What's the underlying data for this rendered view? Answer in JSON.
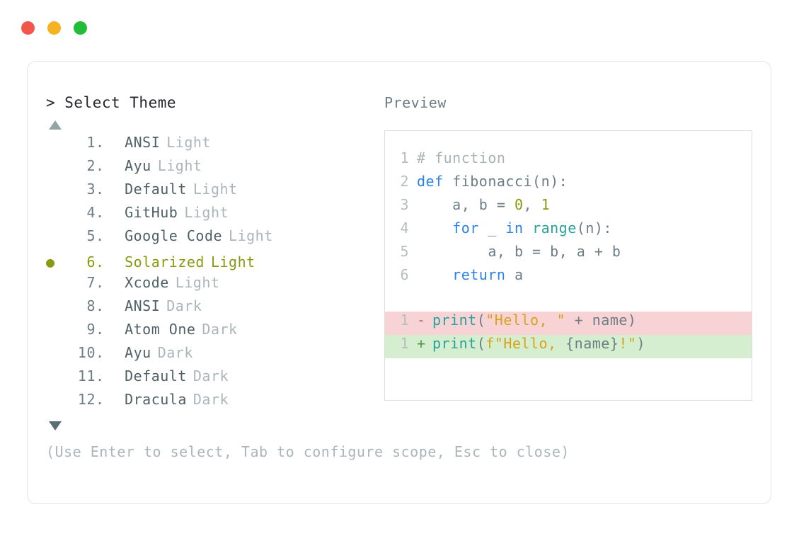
{
  "window": {
    "traffic_lights": [
      {
        "name": "close",
        "color": "#f2564b"
      },
      {
        "name": "minimize",
        "color": "#f5b324"
      },
      {
        "name": "maximize",
        "color": "#1fbd39"
      }
    ]
  },
  "picker": {
    "prompt": "> Select Theme",
    "scroll_up_icon": "triangle-up",
    "scroll_down_icon": "triangle-down",
    "selected_index": 6,
    "selected_bullet": "●",
    "index_separator": ".",
    "items": [
      {
        "index": "1",
        "name": "ANSI",
        "variant": "Light",
        "selected": false
      },
      {
        "index": "2",
        "name": "Ayu",
        "variant": "Light",
        "selected": false
      },
      {
        "index": "3",
        "name": "Default",
        "variant": "Light",
        "selected": false
      },
      {
        "index": "4",
        "name": "GitHub",
        "variant": "Light",
        "selected": false
      },
      {
        "index": "5",
        "name": "Google Code",
        "variant": "Light",
        "selected": false
      },
      {
        "index": "6",
        "name": "Solarized",
        "variant": "Light",
        "selected": true
      },
      {
        "index": "7",
        "name": "Xcode",
        "variant": "Light",
        "selected": false
      },
      {
        "index": "8",
        "name": "ANSI",
        "variant": "Dark",
        "selected": false
      },
      {
        "index": "9",
        "name": "Atom One",
        "variant": "Dark",
        "selected": false
      },
      {
        "index": "10",
        "name": "Ayu",
        "variant": "Dark",
        "selected": false
      },
      {
        "index": "11",
        "name": "Default",
        "variant": "Dark",
        "selected": false
      },
      {
        "index": "12",
        "name": "Dracula",
        "variant": "Dark",
        "selected": false
      }
    ]
  },
  "preview": {
    "label": "Preview",
    "code_lines": [
      {
        "lno": "1",
        "tokens": [
          {
            "t": "# function",
            "c": "comment"
          }
        ]
      },
      {
        "lno": "2",
        "tokens": [
          {
            "t": "def",
            "c": "kw"
          },
          {
            "t": " fibonacci(n):",
            "c": "plain"
          }
        ]
      },
      {
        "lno": "3",
        "tokens": [
          {
            "t": "    a, b = ",
            "c": "plain"
          },
          {
            "t": "0",
            "c": "num"
          },
          {
            "t": ", ",
            "c": "plain"
          },
          {
            "t": "1",
            "c": "num"
          }
        ]
      },
      {
        "lno": "4",
        "tokens": [
          {
            "t": "    ",
            "c": "plain"
          },
          {
            "t": "for",
            "c": "kw"
          },
          {
            "t": " _ ",
            "c": "plain"
          },
          {
            "t": "in",
            "c": "kw"
          },
          {
            "t": " ",
            "c": "plain"
          },
          {
            "t": "range",
            "c": "fn"
          },
          {
            "t": "(n):",
            "c": "plain"
          }
        ]
      },
      {
        "lno": "5",
        "tokens": [
          {
            "t": "        a, b = b, a + b",
            "c": "plain"
          }
        ]
      },
      {
        "lno": "6",
        "tokens": [
          {
            "t": "    ",
            "c": "plain"
          },
          {
            "t": "return",
            "c": "kw"
          },
          {
            "t": " a",
            "c": "plain"
          }
        ]
      }
    ],
    "diff_lines": [
      {
        "lno": "1",
        "sign": "-",
        "kind": "del",
        "tokens": [
          {
            "t": "print",
            "c": "fn"
          },
          {
            "t": "(",
            "c": "plain"
          },
          {
            "t": "\"Hello, \"",
            "c": "str"
          },
          {
            "t": " + name)",
            "c": "plain"
          }
        ]
      },
      {
        "lno": "1",
        "sign": "+",
        "kind": "add",
        "tokens": [
          {
            "t": "print",
            "c": "fn"
          },
          {
            "t": "(",
            "c": "plain"
          },
          {
            "t": "f\"Hello, ",
            "c": "str"
          },
          {
            "t": "{name}",
            "c": "plain"
          },
          {
            "t": "!\"",
            "c": "str"
          },
          {
            "t": ")",
            "c": "plain"
          }
        ]
      }
    ]
  },
  "footer": {
    "hint": "(Use Enter to select, Tab to configure scope, Esc to close)"
  }
}
